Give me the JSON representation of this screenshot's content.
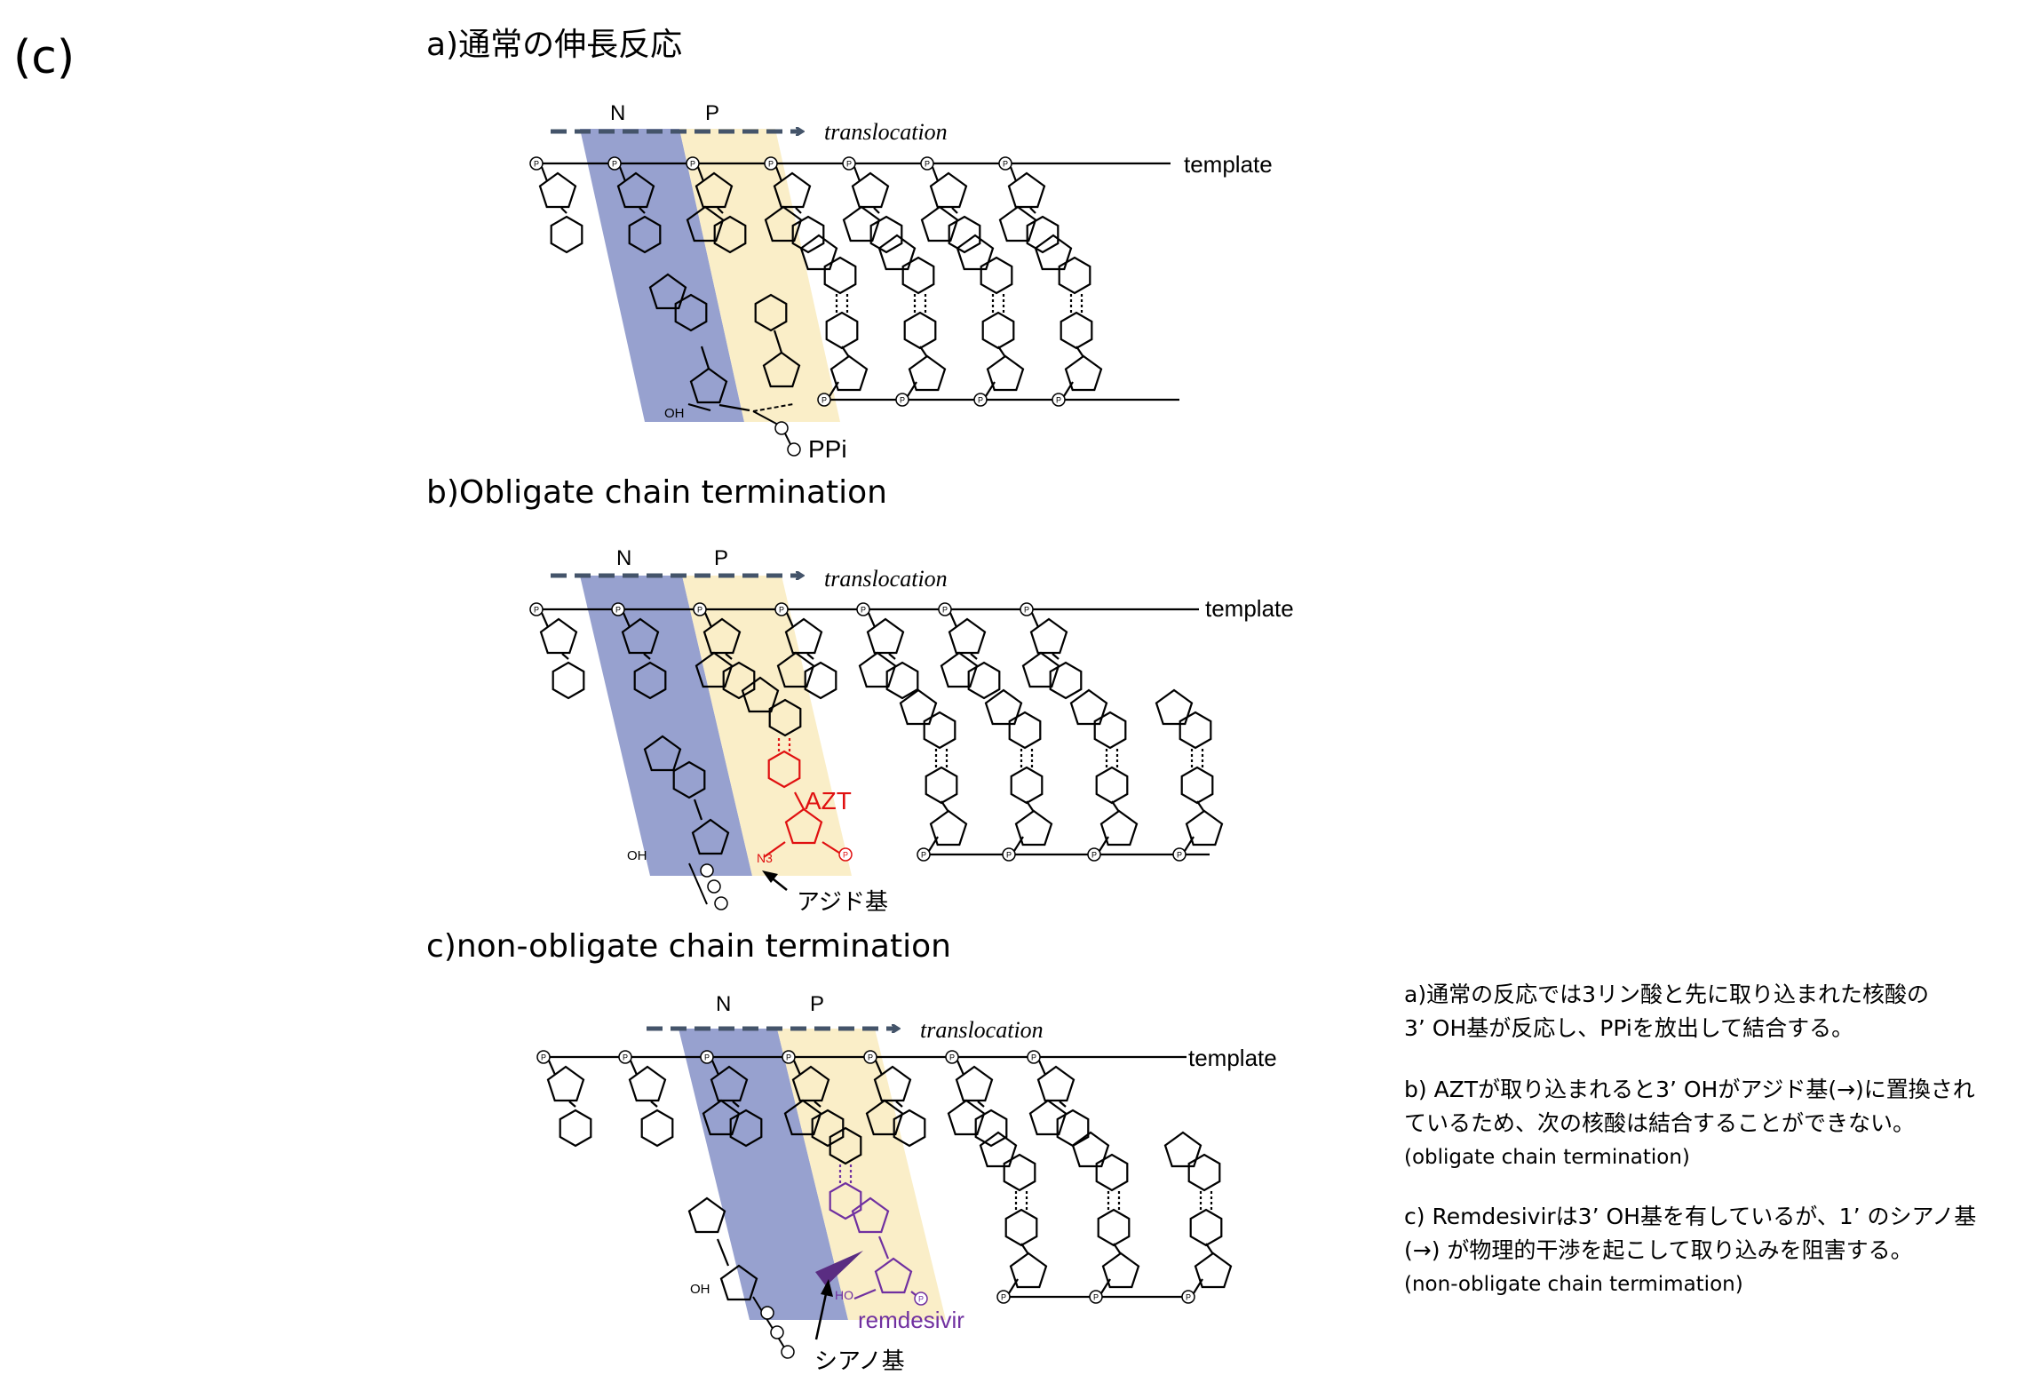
{
  "figure_label": "(c)",
  "panels": [
    {
      "title": "a)通常の伸長反応",
      "n_label": "N",
      "p_label": "P",
      "arrow_label": "translocation",
      "template_label": "template",
      "oh_label": "OH",
      "p_symbol": "P",
      "ppi_label": "PPi"
    },
    {
      "title": "b)Obligate chain termination",
      "n_label": "N",
      "p_label": "P",
      "arrow_label": "translocation",
      "template_label": "template",
      "oh_label": "OH",
      "p_symbol": "P",
      "drug_label": "AZT",
      "n3_label": "N3",
      "pointer_label": "アジド基"
    },
    {
      "title": "c)non-obligate chain termination",
      "n_label": "N",
      "p_label": "P",
      "arrow_label": "translocation",
      "template_label": "template",
      "oh_label": "OH",
      "p_symbol": "P",
      "drug_label": "remdesivir",
      "ho_label": "HO",
      "pointer_label": "シアノ基"
    }
  ],
  "notes": {
    "a": [
      "a)通常の反応では3リン酸と先に取り込まれた核酸の",
      "3’ OH基が反応し、PPiを放出して結合する。"
    ],
    "b": [
      "b) AZTが取り込まれると3’ OHがアジド基(→)に置換され",
      "ているため、次の核酸は結合することができない。",
      "(obligate chain termination)"
    ],
    "c": [
      "c) Remdesivirは3’ OH基を有しているが、1’ のシアノ基",
      "(→)  が物理的干渉を起こして取り込みを阻害する。",
      "(non-obligate chain termimation)"
    ]
  },
  "colors": {
    "n_band": "#97a1cf",
    "p_band": "#faeec8",
    "arrow": "#44546a",
    "azt": "#e01010",
    "remdesivir": "#7030a0"
  }
}
